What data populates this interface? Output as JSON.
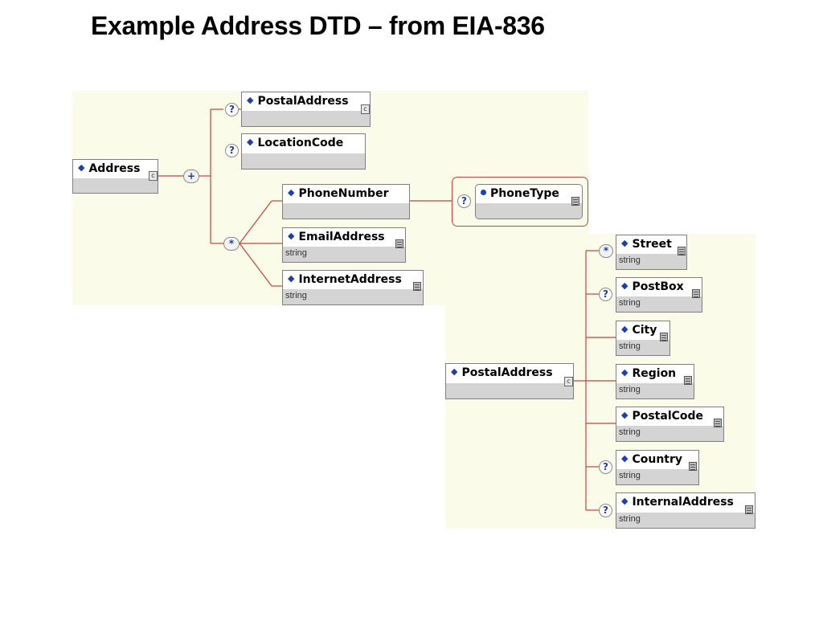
{
  "title": "Example Address DTD – from EIA-836",
  "diagram1": {
    "root": {
      "label": "Address",
      "icon": "c"
    },
    "compositor": "+",
    "postal": {
      "label": "PostalAddress",
      "icon": "c",
      "occurrence": "?"
    },
    "location": {
      "label": "LocationCode",
      "occurrence": "?"
    },
    "choice": "*",
    "phone": {
      "label": "PhoneNumber"
    },
    "phonetype": {
      "label": "PhoneType",
      "occurrence": "?"
    },
    "email": {
      "label": "EmailAddress",
      "type": "string"
    },
    "internet": {
      "label": "InternetAddress",
      "type": "string"
    }
  },
  "diagram2": {
    "root": {
      "label": "PostalAddress",
      "icon": "c"
    },
    "street": {
      "label": "Street",
      "type": "string",
      "occurrence": "*"
    },
    "postbox": {
      "label": "PostBox",
      "type": "string",
      "occurrence": "?"
    },
    "city": {
      "label": "City",
      "type": "string"
    },
    "region": {
      "label": "Region",
      "type": "string"
    },
    "postalcode": {
      "label": "PostalCode",
      "type": "string"
    },
    "country": {
      "label": "Country",
      "type": "string",
      "occurrence": "?"
    },
    "internal": {
      "label": "InternalAddress",
      "type": "string",
      "occurrence": "?"
    }
  },
  "colors": {
    "wire": "#c8413a",
    "panel": "#fbfbe9",
    "diamond": "#1f3fa8"
  }
}
